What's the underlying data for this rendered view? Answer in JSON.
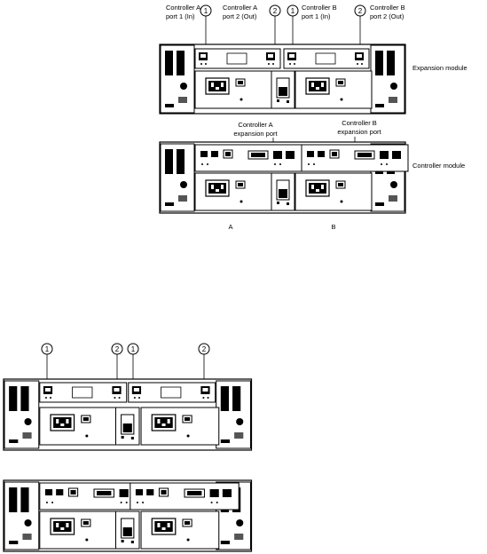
{
  "top_figure": {
    "labels": {
      "ctrl_a_port1": [
        "Controller A",
        "port 1 (In)"
      ],
      "ctrl_a_port2": [
        "Controller A",
        "port 2 (Out)"
      ],
      "ctrl_b_port1": [
        "Controller B",
        "port 1 (In)"
      ],
      "ctrl_b_port2": [
        "Controller B",
        "port 2 (Out)"
      ],
      "ctrl_a_exp": [
        "Controller A",
        "expansion port"
      ],
      "ctrl_b_exp": [
        "Controller B",
        "expansion port"
      ],
      "expansion_module": "Expansion module",
      "controller_module": "Controller module",
      "side_a": "A",
      "side_b": "B"
    },
    "callouts": [
      "1",
      "2",
      "1",
      "2"
    ]
  },
  "bottom_figure": {
    "callouts": [
      "1",
      "2",
      "1",
      "2"
    ]
  }
}
